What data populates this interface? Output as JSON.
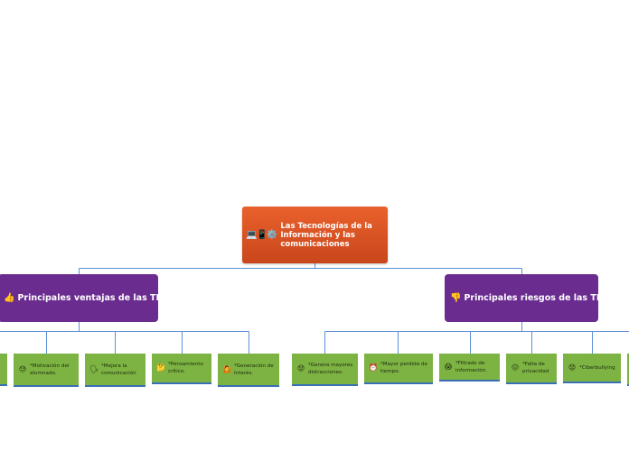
{
  "root": {
    "icons": [
      "💻",
      "📱",
      "⚙️"
    ],
    "icon_names": [
      "laptop-icon",
      "phone-icon",
      "gear-icon"
    ],
    "label": "Las Tecnologías de la Información y las comunicaciones"
  },
  "advantages": {
    "title": "Principales ventajas de las TIC",
    "icon": "👍",
    "icon_name": "thumbs-up-icon",
    "items": [
      {
        "text": "",
        "icon": "",
        "icon_name": ""
      },
      {
        "text": "*Motivación del alumnado.",
        "icon": "😓",
        "icon_name": "worried-face-icon"
      },
      {
        "text": "*Mejora la comunicación",
        "icon": "🗣",
        "icon_name": "speaking-head-icon"
      },
      {
        "text": "*Pensamiento crítico.",
        "icon": "🤔",
        "icon_name": "thinking-face-icon"
      },
      {
        "text": "*Generación de Interés.",
        "icon": "🙆",
        "icon_name": "person-gesturing-icon"
      }
    ]
  },
  "risks": {
    "title": "Principales riesgos de las TIC",
    "icon": "👎",
    "icon_name": "thumbs-down-icon",
    "items": [
      {
        "text": "*Genera mayores distracciones.",
        "icon": "😟",
        "icon_name": "worried-face-icon"
      },
      {
        "text": "*Mayor perdida de tiempo.",
        "icon": "⏰",
        "icon_name": "alarm-clock-icon"
      },
      {
        "text": "*Filtrado de información.",
        "icon": "😱",
        "icon_name": "screaming-face-icon"
      },
      {
        "text": "*Falta de privacidad",
        "icon": "😖",
        "icon_name": "confounded-face-icon"
      },
      {
        "text": "*Ciberbullying",
        "icon": "😟",
        "icon_name": "sad-face-icon"
      },
      {
        "text": "",
        "icon": "",
        "icon_name": ""
      }
    ]
  },
  "colors": {
    "root": "#e0562a",
    "branch": "#6a2c8f",
    "leaf": "#7cb342",
    "leaf_border": "#3a6fb5",
    "connector": "#5b8fd6"
  }
}
